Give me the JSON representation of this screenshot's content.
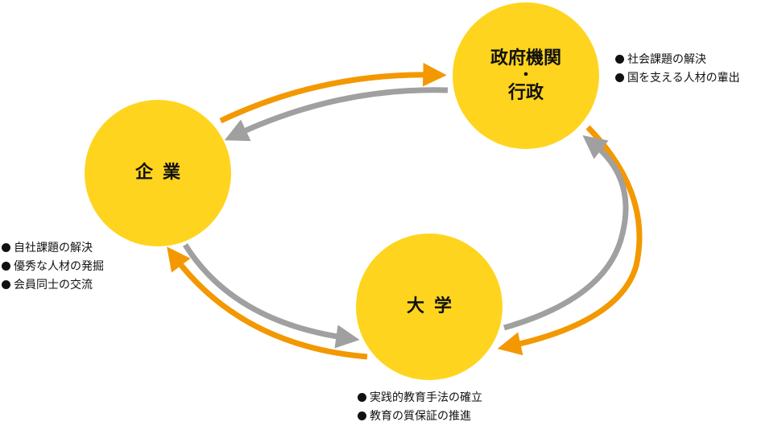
{
  "colors": {
    "node_fill": "#FFD41E",
    "arrow_orange": "#F39800",
    "arrow_gray": "#A0A0A0"
  },
  "nodes": {
    "company": {
      "label": "企業"
    },
    "government": {
      "label_line1": "政府機関",
      "separator": "・",
      "label_line2": "行政"
    },
    "university": {
      "label": "大学"
    }
  },
  "notes": {
    "government": [
      "社会課題の解決",
      "国を支える人材の輩出"
    ],
    "company": [
      "自社課題の解決",
      "優秀な人材の発掘",
      "会員同士の交流"
    ],
    "university": [
      "実践的教育手法の確立",
      "教育の質保証の推進"
    ]
  },
  "arrows": [
    {
      "from": "company",
      "to": "government",
      "color": "orange"
    },
    {
      "from": "government",
      "to": "company",
      "color": "gray"
    },
    {
      "from": "government",
      "to": "university",
      "color": "orange"
    },
    {
      "from": "university",
      "to": "government",
      "color": "gray"
    },
    {
      "from": "university",
      "to": "company",
      "color": "orange"
    },
    {
      "from": "company",
      "to": "university",
      "color": "gray"
    }
  ]
}
